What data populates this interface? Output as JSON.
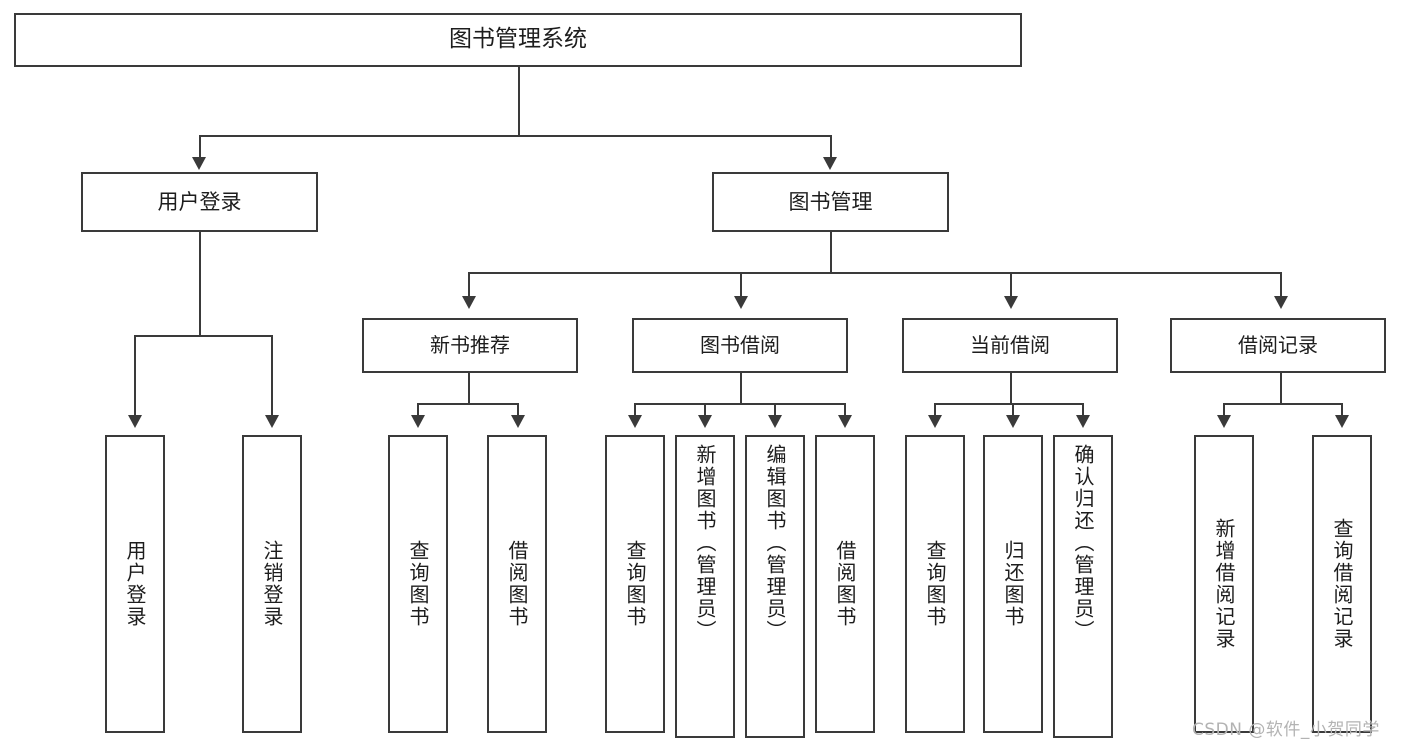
{
  "diagram": {
    "title": "图书管理系统",
    "type": "hierarchy-tree",
    "root": {
      "label": "图书管理系统"
    },
    "level1": [
      {
        "label": "用户登录"
      },
      {
        "label": "图书管理"
      }
    ],
    "level2": [
      {
        "label": "新书推荐",
        "parent": "图书管理"
      },
      {
        "label": "图书借阅",
        "parent": "图书管理"
      },
      {
        "label": "当前借阅",
        "parent": "图书管理"
      },
      {
        "label": "借阅记录",
        "parent": "图书管理"
      }
    ],
    "leaves": {
      "user_login": [
        {
          "label": "用户登录"
        },
        {
          "label": "注销登录"
        }
      ],
      "new_book_recommend": [
        {
          "label": "查询图书"
        },
        {
          "label": "借阅图书"
        }
      ],
      "book_borrow": [
        {
          "label": "查询图书"
        },
        {
          "label": "新增图书（管理员）"
        },
        {
          "label": "编辑图书（管理员）"
        },
        {
          "label": "借阅图书"
        }
      ],
      "current_borrow": [
        {
          "label": "查询图书"
        },
        {
          "label": "归还图书"
        },
        {
          "label": "确认归还（管理员）"
        }
      ],
      "borrow_record": [
        {
          "label": "新增借阅记录"
        },
        {
          "label": "查询借阅记录"
        }
      ]
    }
  },
  "watermark": {
    "text": "CSDN @软件_小贺同学"
  },
  "colors": {
    "stroke": "#3a3a3a",
    "background": "#ffffff",
    "text": "#1d1d1d",
    "watermark": "#b3b3b3"
  }
}
